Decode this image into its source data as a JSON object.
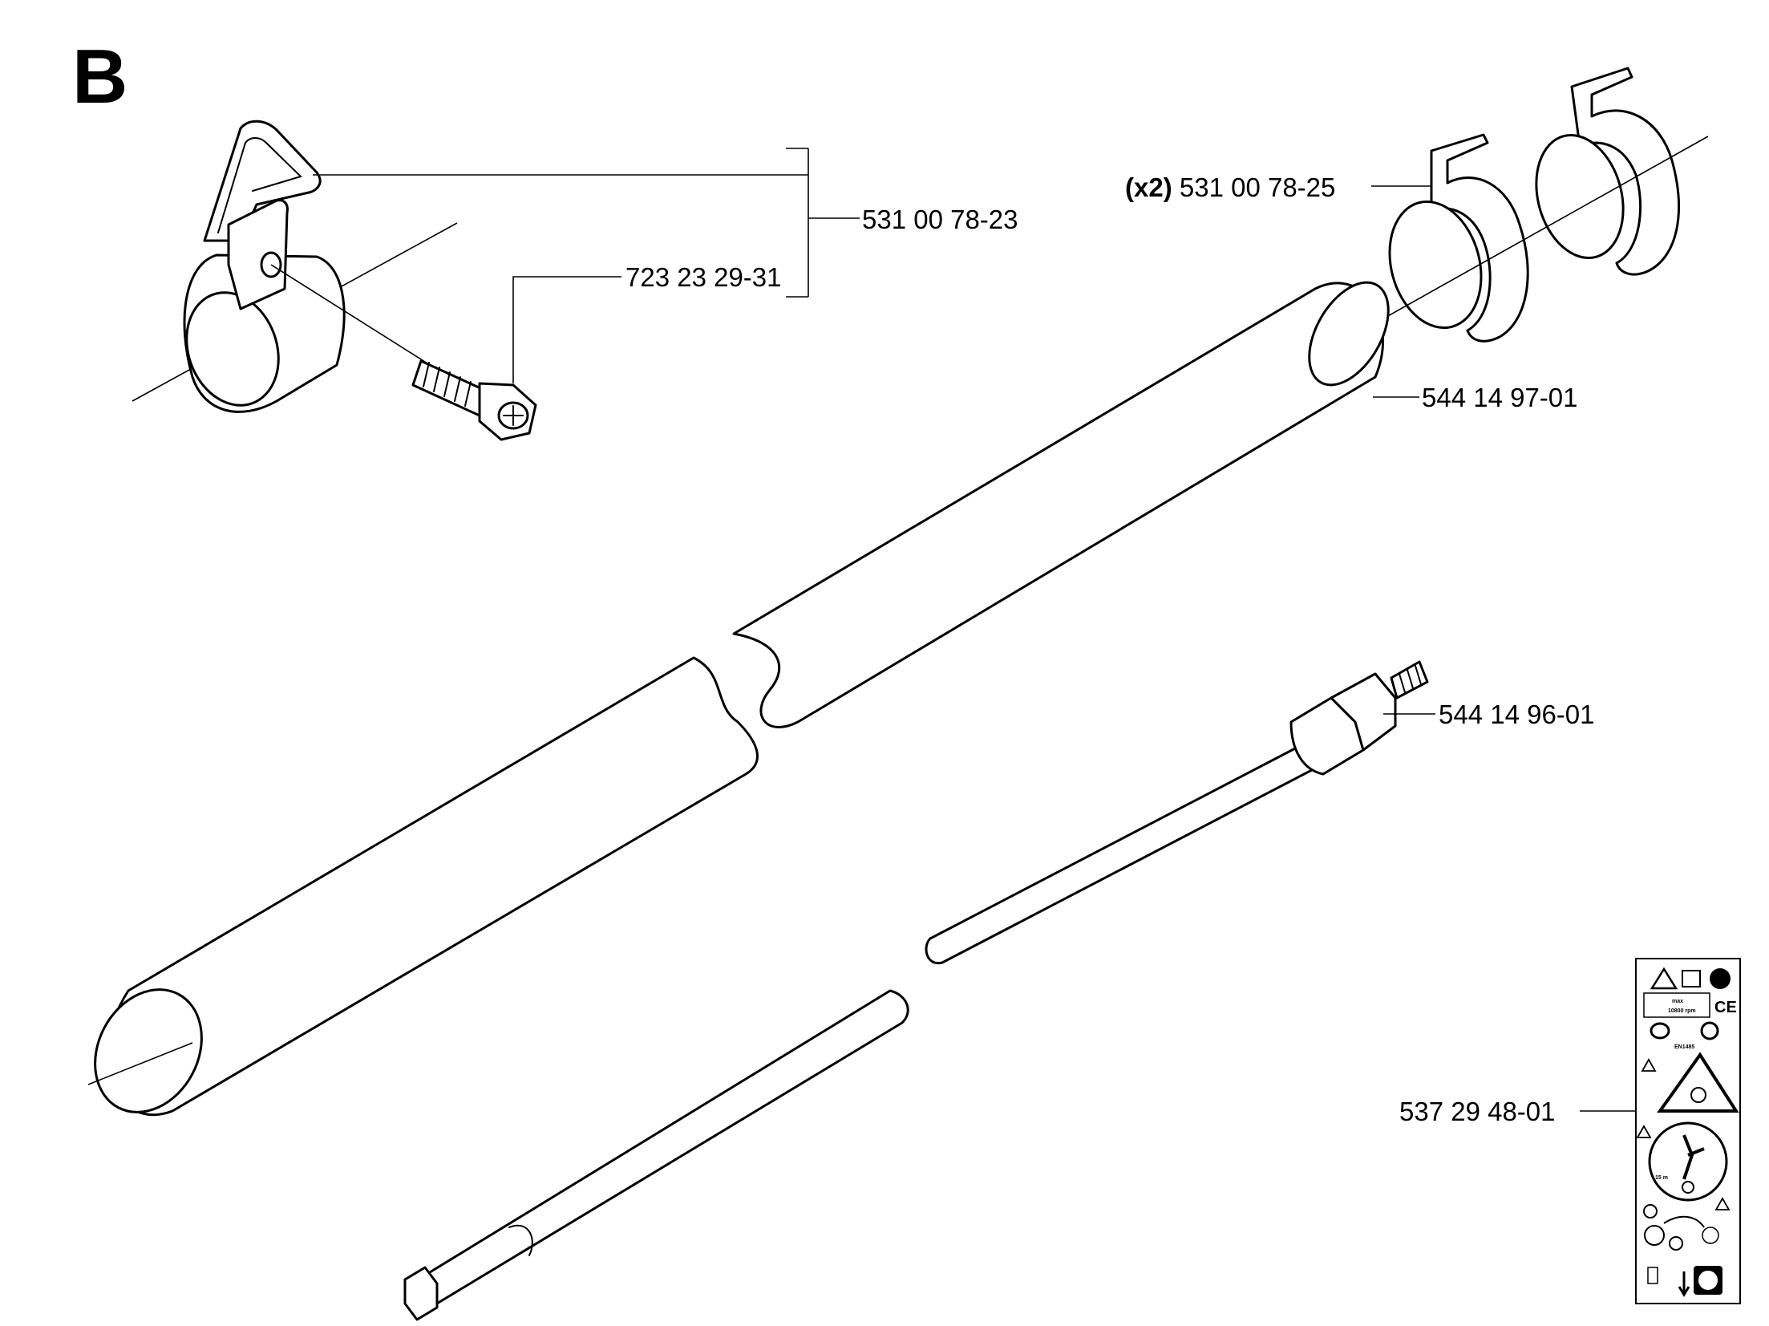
{
  "section_letter": "B",
  "parts": [
    {
      "id": "clamp-hanger",
      "part_number": "531 00 78-23",
      "qty": ""
    },
    {
      "id": "screw",
      "part_number": "723 23 29-31",
      "qty": ""
    },
    {
      "id": "clips",
      "part_number": "531 00 78-25",
      "qty": "(x2)"
    },
    {
      "id": "tube",
      "part_number": "544 14 97-01",
      "qty": ""
    },
    {
      "id": "drive-shaft",
      "part_number": "544 14 96-01",
      "qty": ""
    },
    {
      "id": "decal",
      "part_number": "537 29 48-01",
      "qty": ""
    }
  ],
  "decal": {
    "rpm_text": "10800 rpm",
    "max_text": "max",
    "ce_mark": "CE",
    "standard_text": "EN1485",
    "distance_text": "15 m"
  }
}
